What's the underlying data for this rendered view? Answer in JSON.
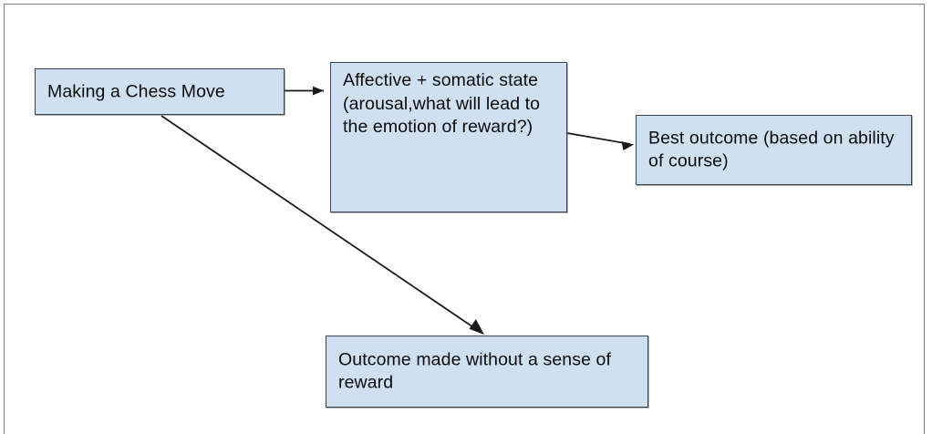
{
  "diagram": {
    "title": "Making a Chess Move flow diagram",
    "colors": {
      "node_fill": "#cfe0f1",
      "node_border": "#3a4450",
      "edge_stroke": "#1a1a1a",
      "page_frame": "#7f7f7f",
      "text": "#0a0a0a",
      "background": "#ffffff"
    },
    "nodes": [
      {
        "id": "chess-move",
        "label": "Making a Chess Move"
      },
      {
        "id": "affective-state",
        "label": "Affective + somatic state\n(arousal,what will lead to the emotion of reward?)"
      },
      {
        "id": "best-outcome",
        "label": "Best outcome (based on ability of course)"
      },
      {
        "id": "no-reward-outcome",
        "label": "Outcome made without a sense of reward"
      }
    ],
    "edges": [
      {
        "id": "chess-move-to-affective-state",
        "from": "chess-move",
        "to": "affective-state",
        "style": "arrow"
      },
      {
        "id": "affective-state-to-best-outcome",
        "from": "affective-state",
        "to": "best-outcome",
        "style": "arrow"
      },
      {
        "id": "chess-move-to-no-reward-outcome",
        "from": "chess-move",
        "to": "no-reward-outcome",
        "style": "arrow"
      }
    ]
  }
}
